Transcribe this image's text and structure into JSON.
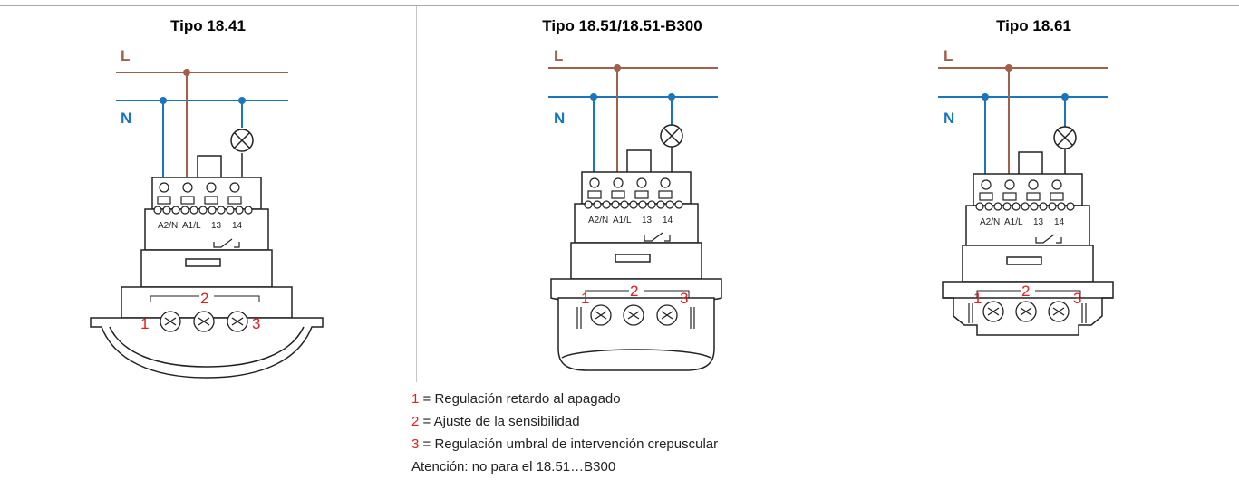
{
  "panels": [
    {
      "title": "Tipo 18.41",
      "line_l": "L",
      "line_n": "N",
      "terminals": [
        "A2/N",
        "A1/L",
        "13",
        "14"
      ],
      "adjusters": [
        "1",
        "2",
        "3"
      ]
    },
    {
      "title": "Tipo 18.51/18.51-B300",
      "line_l": "L",
      "line_n": "N",
      "terminals": [
        "A2/N",
        "A1/L",
        "13",
        "14"
      ],
      "adjusters": [
        "1",
        "2",
        "3"
      ]
    },
    {
      "title": "Tipo 18.61",
      "line_l": "L",
      "line_n": "N",
      "terminals": [
        "A2/N",
        "A1/L",
        "13",
        "14"
      ],
      "adjusters": [
        "1",
        "2",
        "3"
      ]
    }
  ],
  "legend": {
    "item1": {
      "num": "1",
      "text": " = Regulación retardo al apagado"
    },
    "item2": {
      "num": "2",
      "text": " = Ajuste de la sensibilidad"
    },
    "item3": {
      "num": "3",
      "text": " = Regulación umbral de intervención crepuscular"
    },
    "note": "Atención: no para el 18.51…B300"
  },
  "colors": {
    "line_L": "#a0604a",
    "line_N": "#1a75bb",
    "adjuster_numbers": "#e02020",
    "outline": "#222222"
  }
}
